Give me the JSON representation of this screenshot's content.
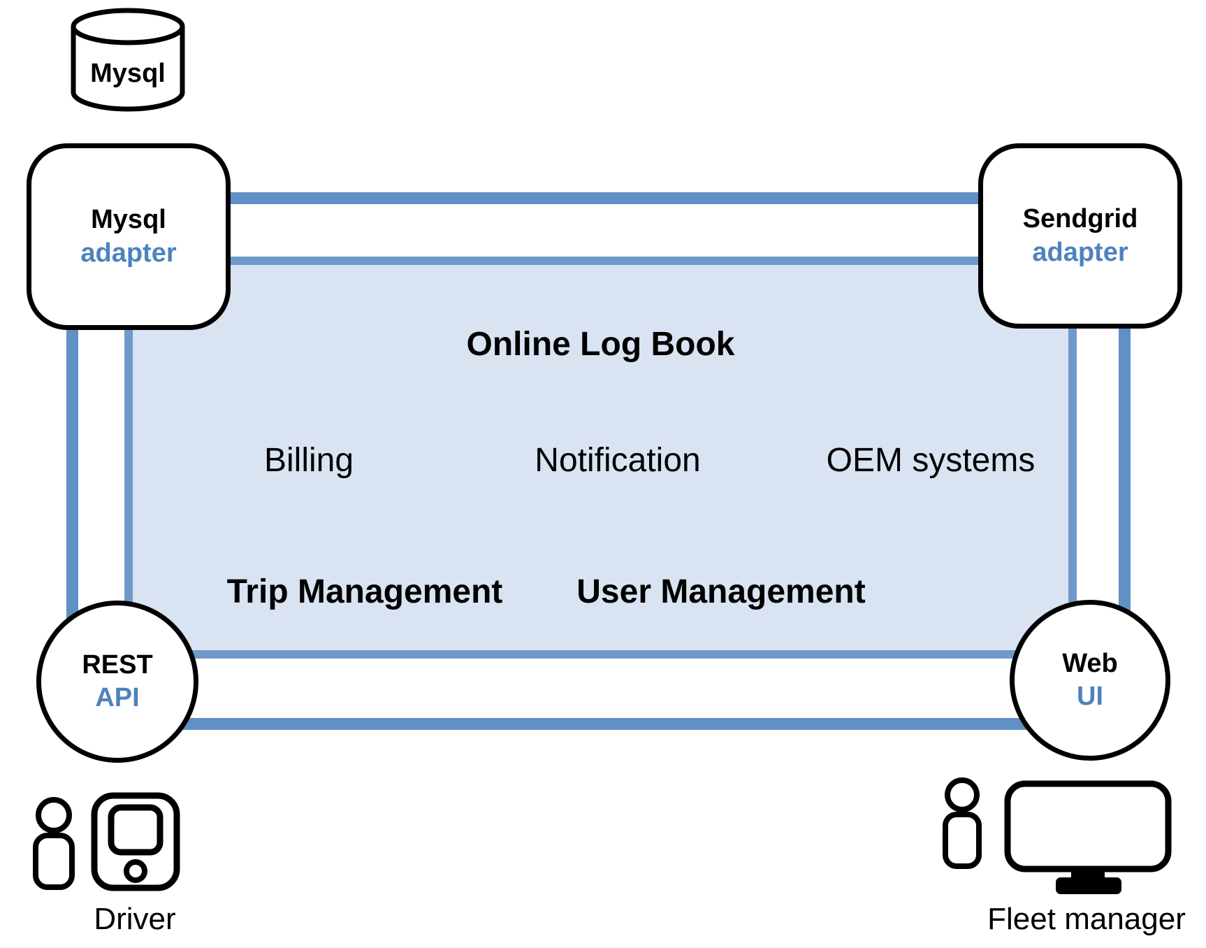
{
  "diagram": {
    "system_box": {
      "title": "Online Log Book",
      "services": [
        "Billing",
        "Notification",
        "OEM systems"
      ],
      "modules": [
        "Trip Management",
        "User Management"
      ]
    },
    "nodes": {
      "database": {
        "label": "Mysql",
        "icon": "database-cylinder-icon"
      },
      "mysql_adapter": {
        "name": "Mysql",
        "type": "adapter"
      },
      "sendgrid_adapter": {
        "name": "Sendgrid",
        "type": "adapter"
      },
      "rest_api": {
        "name": "REST",
        "type": "API"
      },
      "web_ui": {
        "name": "Web",
        "type": "UI"
      }
    },
    "actors": {
      "driver": {
        "label": "Driver",
        "icons": [
          "person-icon",
          "mobile-phone-icon"
        ]
      },
      "fleet_manager": {
        "label": "Fleet manager",
        "icons": [
          "person-icon",
          "desktop-monitor-icon"
        ]
      }
    },
    "colors": {
      "connector": "#6090c5",
      "box_border": "#6f99cb",
      "box_fill": "#d9e3f2",
      "accent_text": "#4f81bd",
      "node_stroke": "#000000"
    }
  }
}
